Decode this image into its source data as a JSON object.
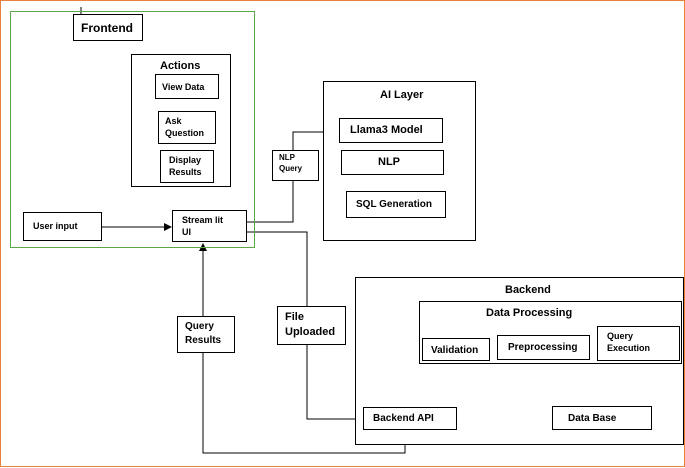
{
  "frontend": {
    "title": "Frontend",
    "actions": {
      "title": "Actions",
      "items": [
        "View Data",
        "Ask\nQuestion",
        "Display\nResults"
      ]
    },
    "user_input": "User input",
    "stream_ui": "Stream lit\nUI"
  },
  "ai_layer": {
    "title": "AI Layer",
    "items": [
      "Llama3 Model",
      "NLP",
      "SQL Generation"
    ]
  },
  "nlp_query": "NLP\nQuery",
  "query_results": "Query\nResults",
  "file_uploaded": "File\nUploaded",
  "backend": {
    "title": "Backend",
    "data_processing": {
      "title": "Data Processing",
      "items": [
        "Validation",
        "Preprocessing",
        "Query\nExecution"
      ]
    },
    "backend_api": "Backend API",
    "database": "Data Base"
  }
}
